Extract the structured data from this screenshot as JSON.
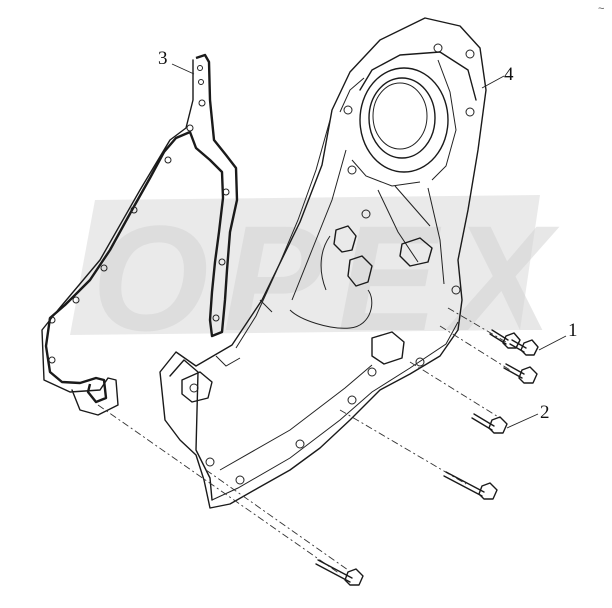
{
  "diagram": {
    "watermark": {
      "text": "OPEX",
      "color": "#d4d4d4"
    },
    "callouts": [
      {
        "id": "1",
        "label": "1"
      },
      {
        "id": "2",
        "label": "2"
      },
      {
        "id": "3",
        "label": "3"
      },
      {
        "id": "4",
        "label": "4"
      }
    ],
    "corner_mark": "~",
    "colors": {
      "line": "#1a1a1a",
      "background": "#ffffff"
    }
  }
}
